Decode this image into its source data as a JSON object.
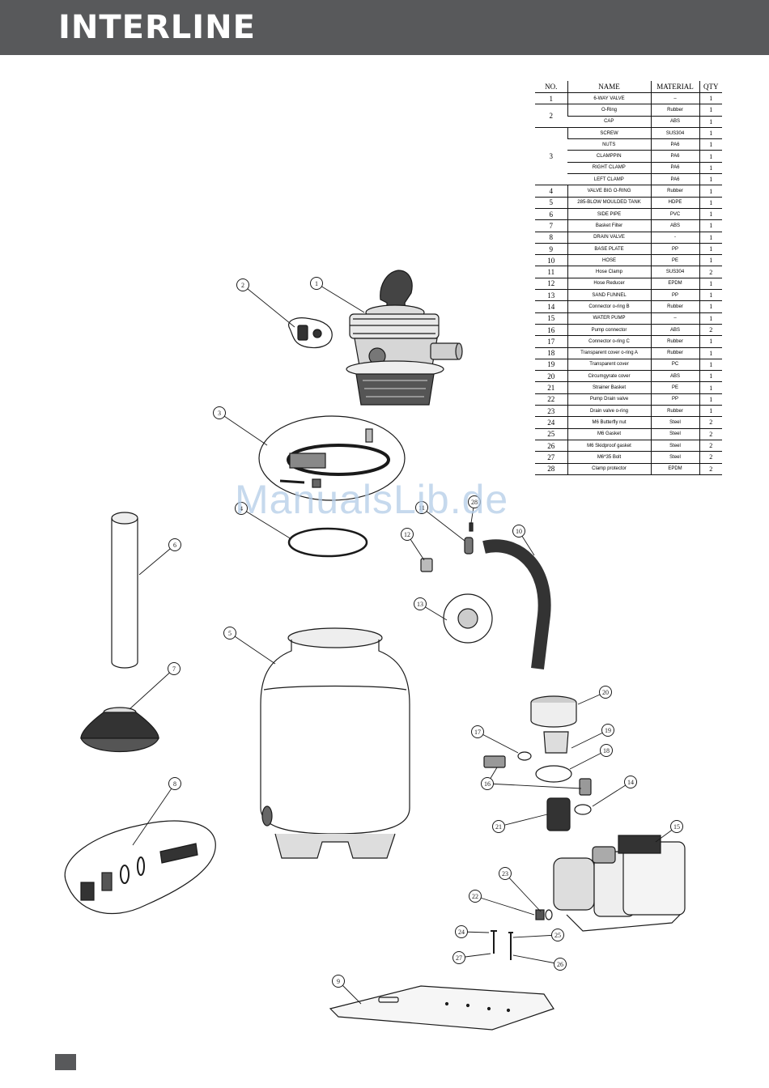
{
  "header": {
    "brand": "INTERLINE"
  },
  "table": {
    "headers": [
      "NO.",
      "NAME",
      "MATERIAL",
      "QTY"
    ],
    "rows": [
      {
        "no": "1",
        "name": "6-WAY VALVE",
        "material": "–",
        "qty": "1"
      },
      {
        "no": "2",
        "name": "O-Ring",
        "material": "Rubber",
        "qty": "1"
      },
      {
        "no": "",
        "name": "CAP",
        "material": "ABS",
        "qty": "1"
      },
      {
        "no": "3",
        "name": "SCREW",
        "material": "SUS304",
        "qty": "1"
      },
      {
        "no": "",
        "name": "NUTS",
        "material": "PA6",
        "qty": "1"
      },
      {
        "no": "",
        "name": "CLAMPPIN",
        "material": "PA6",
        "qty": "1"
      },
      {
        "no": "",
        "name": "RIGHT CLAMP",
        "material": "PA6",
        "qty": "1"
      },
      {
        "no": "",
        "name": "LEFT CLAMP",
        "material": "PA6",
        "qty": "1"
      },
      {
        "no": "4",
        "name": "VALVE BIG O-RING",
        "material": "Rubber",
        "qty": "1"
      },
      {
        "no": "5",
        "name": "285-BLOW MOULDED TANK",
        "material": "HDPE",
        "qty": "1"
      },
      {
        "no": "6",
        "name": "SIDE PIPE",
        "material": "PVC",
        "qty": "1"
      },
      {
        "no": "7",
        "name": "Basket Filter",
        "material": "ABS",
        "qty": "1"
      },
      {
        "no": "8",
        "name": "DRAIN VALVE",
        "material": "-",
        "qty": "1"
      },
      {
        "no": "9",
        "name": "BASE PLATE",
        "material": "PP",
        "qty": "1"
      },
      {
        "no": "10",
        "name": "HOSE",
        "material": "PE",
        "qty": "1"
      },
      {
        "no": "11",
        "name": "Hose Clamp",
        "material": "SUS304",
        "qty": "2"
      },
      {
        "no": "12",
        "name": "Hose Reducer",
        "material": "EPDM",
        "qty": "1"
      },
      {
        "no": "13",
        "name": "SAND FUNNEL",
        "material": "PP",
        "qty": "1"
      },
      {
        "no": "14",
        "name": "Connector o-ring B",
        "material": "Rubber",
        "qty": "1"
      },
      {
        "no": "15",
        "name": "WATER PUMP",
        "material": "–",
        "qty": "1"
      },
      {
        "no": "16",
        "name": "Pump connector",
        "material": "ABS",
        "qty": "2"
      },
      {
        "no": "17",
        "name": "Connector o-ring C",
        "material": "Rubber",
        "qty": "1"
      },
      {
        "no": "18",
        "name": "Transparent cover o-ring A",
        "material": "Rubber",
        "qty": "1"
      },
      {
        "no": "19",
        "name": "Transparent cover",
        "material": "PC",
        "qty": "1"
      },
      {
        "no": "20",
        "name": "Circumgyrate cover",
        "material": "ABS",
        "qty": "1"
      },
      {
        "no": "21",
        "name": "Strainer Basket",
        "material": "PE",
        "qty": "1"
      },
      {
        "no": "22",
        "name": "Pump Drain valve",
        "material": "PP",
        "qty": "1"
      },
      {
        "no": "23",
        "name": "Drain valve o-ring",
        "material": "Rubber",
        "qty": "1"
      },
      {
        "no": "24",
        "name": "M6 Butterfly nut",
        "material": "Steel",
        "qty": "2"
      },
      {
        "no": "25",
        "name": "M6 Gasket",
        "material": "Steel",
        "qty": "2"
      },
      {
        "no": "26",
        "name": "M6 Skidproof gasket",
        "material": "Steel",
        "qty": "2"
      },
      {
        "no": "27",
        "name": "M6*35 Bolt",
        "material": "Steel",
        "qty": "2"
      },
      {
        "no": "28",
        "name": "Clamp protector",
        "material": "EPDM",
        "qty": "2"
      }
    ]
  },
  "callouts": [
    "1",
    "2",
    "3",
    "4",
    "5",
    "6",
    "7",
    "8",
    "9",
    "10",
    "11",
    "12",
    "13",
    "14",
    "15",
    "16",
    "17",
    "18",
    "19",
    "20",
    "21",
    "22",
    "23",
    "24",
    "25",
    "26",
    "27",
    "28"
  ],
  "watermark": "ManualsLib.de",
  "colors": {
    "header_bg": "#58595b",
    "header_text": "#ffffff",
    "watermark": "#b4cde8",
    "line": "#1a1a1a"
  }
}
